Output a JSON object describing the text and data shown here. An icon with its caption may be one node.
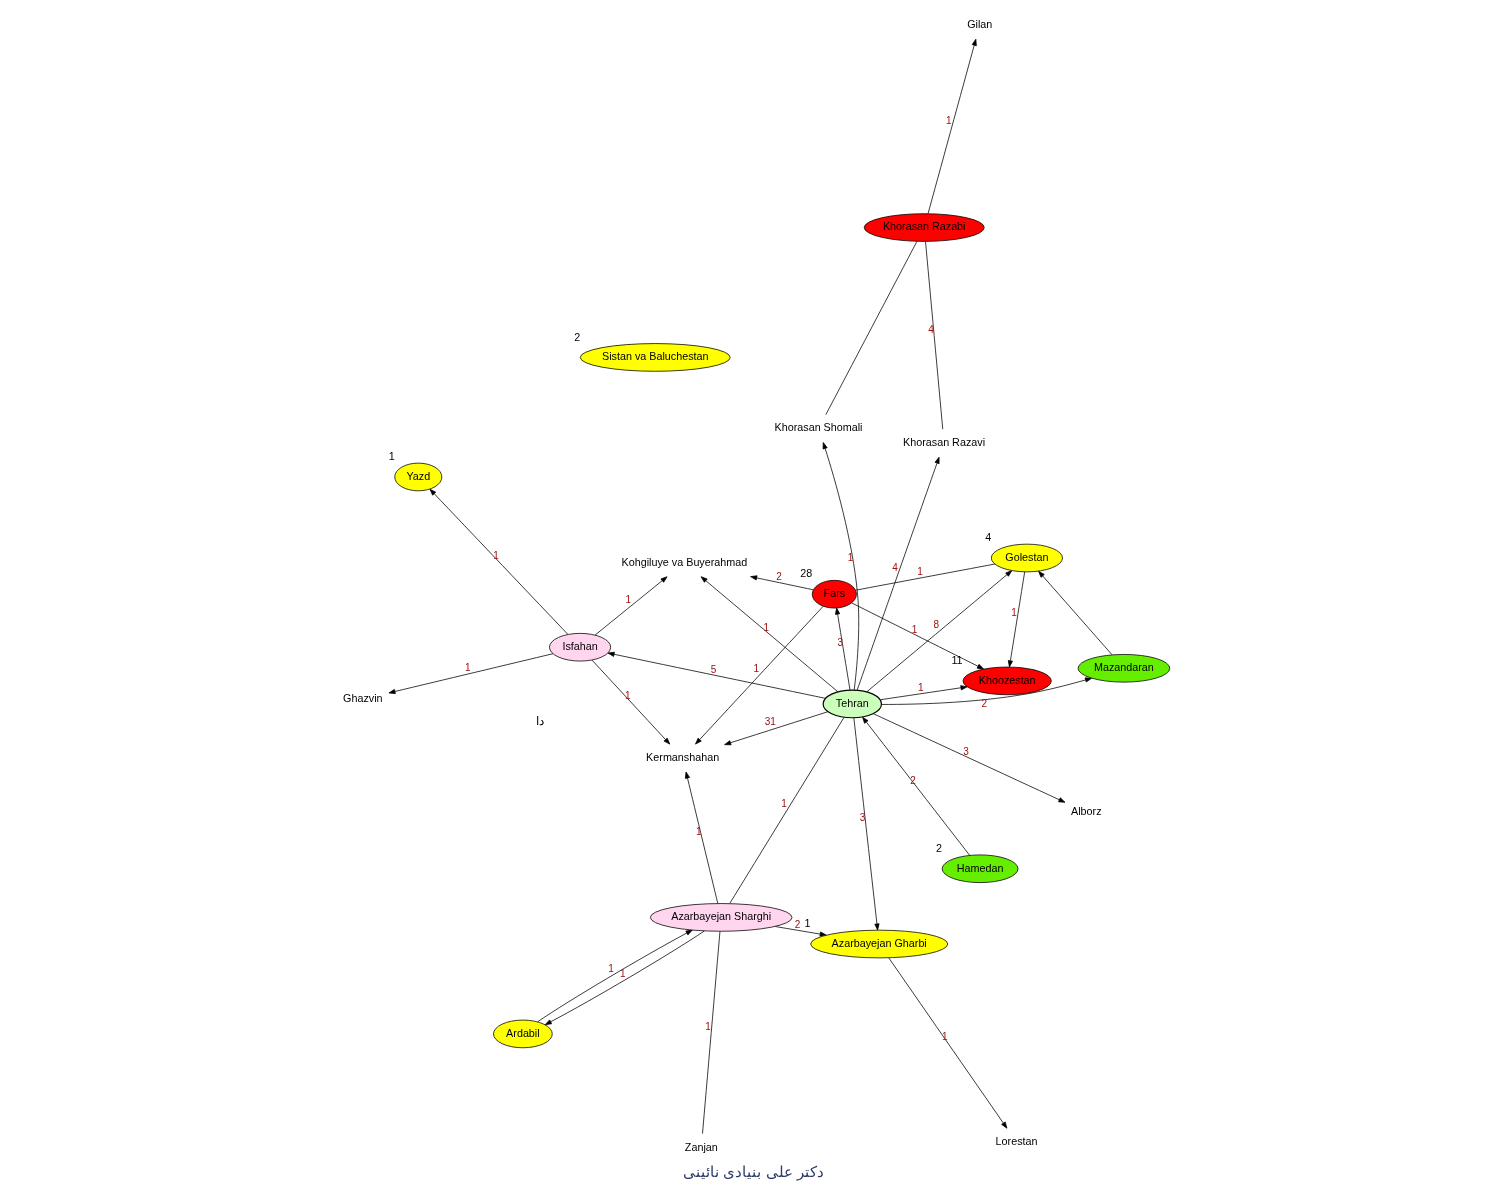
{
  "diagram": {
    "caption": "دکتر علی بنیادی نائینی",
    "nodes": [
      {
        "text": [
          "Ghazvin"
        ]
      },
      {
        "text": [
          "Yazd"
        ],
        "beside": [
          "1"
        ]
      },
      {
        "text": [
          "Zanjan"
        ]
      },
      {
        "text": [
          "Isfahan"
        ]
      },
      {
        "text": [
          "Mazandaran"
        ]
      },
      {
        "text": [
          "Ardabil"
        ]
      },
      {
        "text": [
          "Azarbayejan Sharghi"
        ]
      },
      {
        "text": [
          "Alborz"
        ]
      },
      {
        "text": [
          "Tehran"
        ]
      },
      {
        "text": [
          "Kohgiluye va Buyerahmad"
        ]
      },
      {
        "text": [
          "Azarbayejan Gharbi"
        ],
        "beside": [
          "1"
        ]
      },
      {
        "text": [
          "Golestan"
        ],
        "beside": [
          "4"
        ]
      },
      {
        "text": [
          "Fars"
        ],
        "beside": [
          "28"
        ]
      },
      {
        "text": [
          "Khorasan Razavi"
        ]
      },
      {
        "text": [
          "Khoozestan"
        ],
        "beside": [
          "11"
        ]
      },
      {
        "text": [
          "Hamedan"
        ],
        "beside": [
          "2"
        ]
      },
      {
        "text": [
          "Lorestan"
        ]
      },
      {
        "text": [
          "Kermanshahan"
        ]
      },
      {
        "text": [
          "Khorasan Shomali"
        ]
      },
      {
        "text": [
          "Khorasan Razabi"
        ]
      },
      {
        "text": [
          "Sistan va Baluchestan"
        ],
        "beside": [
          "2"
        ]
      },
      {
        "text": [
          "Gilan"
        ]
      }
    ],
    "edges": [
      {
        "from": 3,
        "to": 0,
        "arrow": "to",
        "label": "1"
      },
      {
        "from": 3,
        "to": 1,
        "arrow": "to",
        "label": "1"
      },
      {
        "from": 2,
        "to": 6,
        "arrow": "none",
        "label": "1"
      },
      {
        "from": 6,
        "to": 5,
        "arrow": "to",
        "label": "1"
      },
      {
        "from": 5,
        "to": 6,
        "arrow": "to",
        "label": "1"
      },
      {
        "from": 6,
        "to": 10,
        "arrow": "to",
        "label": "2"
      },
      {
        "from": 6,
        "to": 8,
        "arrow": "none",
        "label": "1"
      },
      {
        "from": 6,
        "to": 17,
        "arrow": "to",
        "label": "1"
      },
      {
        "from": 3,
        "to": 17,
        "arrow": "to",
        "label": "1"
      },
      {
        "from": 3,
        "to": 9,
        "arrow": "to",
        "label": "1"
      },
      {
        "from": 8,
        "to": 3,
        "arrow": "to",
        "label": "5"
      },
      {
        "from": 8,
        "to": 4,
        "arrow": "to",
        "label": "2"
      },
      {
        "from": 4,
        "to": 11,
        "arrow": "to"
      },
      {
        "from": 8,
        "to": 7,
        "arrow": "to",
        "label": "3"
      },
      {
        "from": 8,
        "to": 9,
        "arrow": "to",
        "label": "1"
      },
      {
        "from": 8,
        "to": 11,
        "arrow": "to",
        "label": "8"
      },
      {
        "from": 8,
        "to": 12,
        "arrow": "to",
        "label": "3"
      },
      {
        "from": 8,
        "to": 14,
        "arrow": "to",
        "label": "1"
      },
      {
        "from": 8,
        "to": 10,
        "arrow": "to",
        "label": "3"
      },
      {
        "from": 8,
        "to": 13,
        "arrow": "to",
        "label": "4"
      },
      {
        "from": 15,
        "to": 8,
        "arrow": "to",
        "label": "2"
      },
      {
        "from": 8,
        "to": 17,
        "arrow": "to",
        "label": "31"
      },
      {
        "from": 8,
        "to": 18,
        "arrow": "to",
        "label": "1"
      },
      {
        "from": 10,
        "to": 16,
        "arrow": "to",
        "label": "1"
      },
      {
        "from": 12,
        "to": 17,
        "arrow": "to",
        "label": "1"
      },
      {
        "from": 19,
        "to": 13,
        "arrow": "none",
        "label": "4"
      },
      {
        "from": 19,
        "to": 18,
        "arrow": "none"
      },
      {
        "from": 19,
        "to": 21,
        "arrow": "to",
        "label": "1"
      },
      {
        "from": 12,
        "to": 9,
        "arrow": "to",
        "label": "2"
      },
      {
        "from": 11,
        "to": 12,
        "arrow": "none",
        "label": "1"
      },
      {
        "from": 12,
        "to": 14,
        "arrow": "to",
        "label": "1"
      },
      {
        "from": 11,
        "to": 14,
        "arrow": "to",
        "label": "1"
      }
    ],
    "labels": [
      "دا"
    ]
  }
}
